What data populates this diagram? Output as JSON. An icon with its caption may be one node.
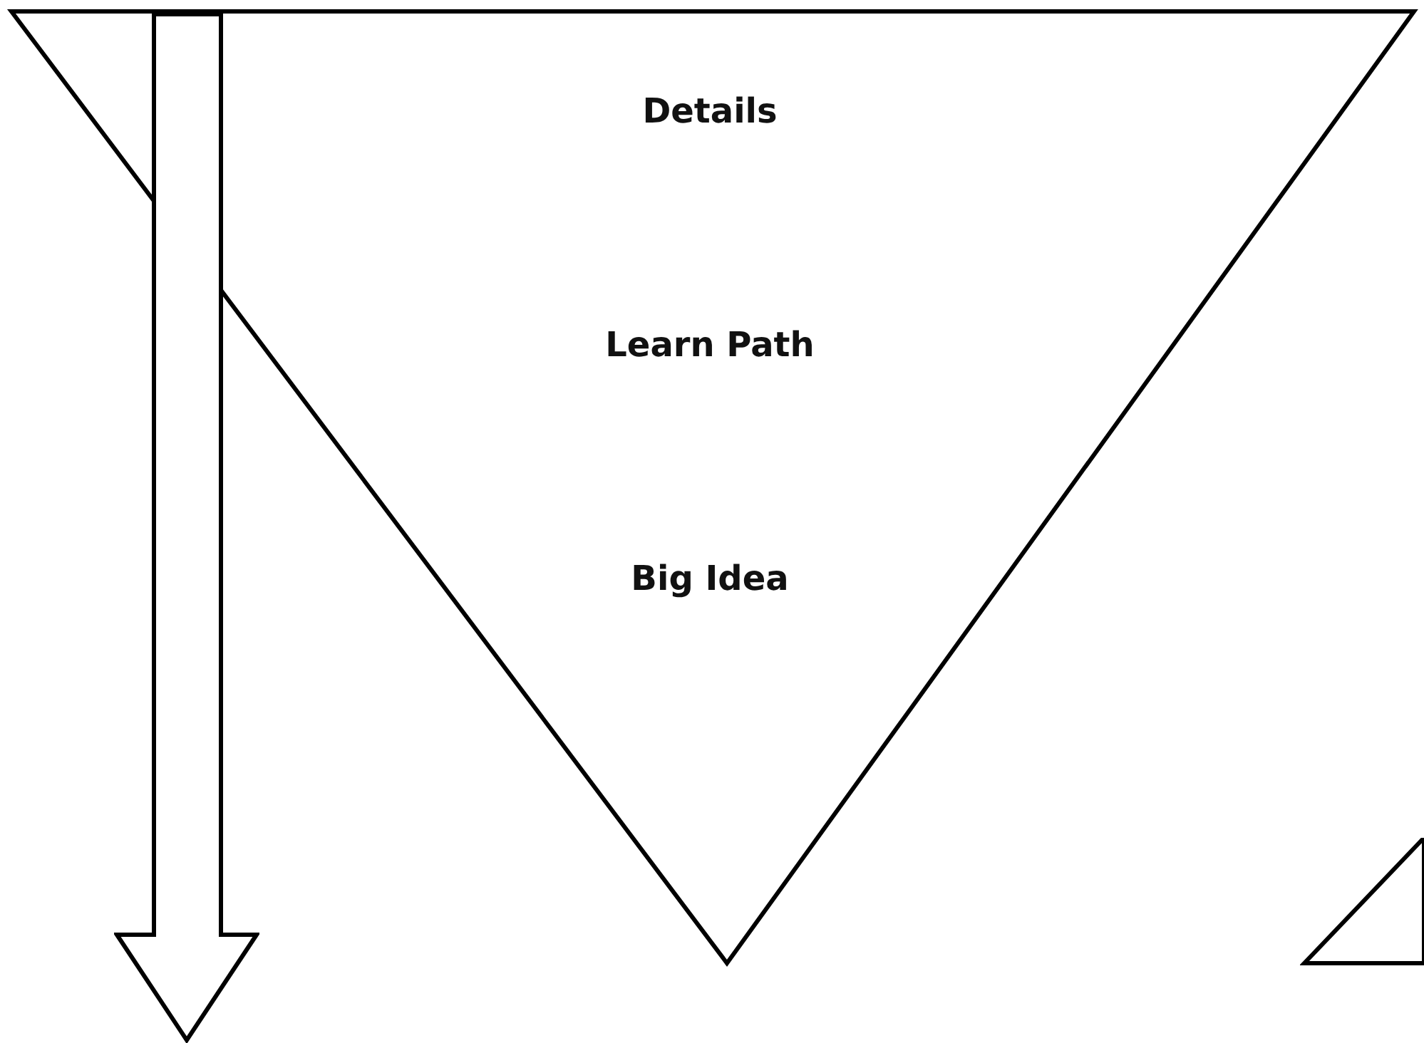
{
  "diagram": {
    "nodes": [
      {
        "text": [
          "Details",
          "Learn Path",
          "Big Idea"
        ]
      },
      {
        "text": [],
        "shape": "triangle"
      }
    ],
    "edges": []
  }
}
